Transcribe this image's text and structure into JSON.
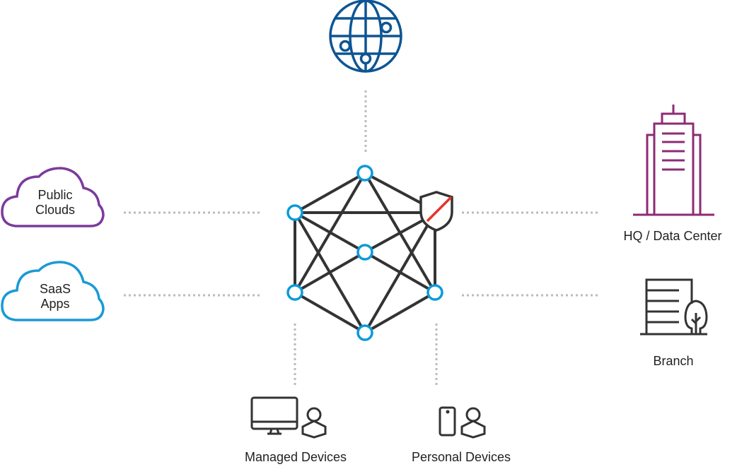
{
  "labels": {
    "public_clouds": [
      "Public",
      "Clouds"
    ],
    "saas_apps": [
      "SaaS",
      "Apps"
    ],
    "hq": "HQ / Data Center",
    "branch": "Branch",
    "managed": "Managed Devices",
    "personal": "Personal Devices"
  },
  "icons": [
    "globe-icon",
    "public-cloud-icon",
    "saas-cloud-icon",
    "hq-building-icon",
    "branch-building-icon",
    "desktop-icon",
    "user-icon",
    "smartphone-icon",
    "shield-icon"
  ],
  "colors": {
    "node": "#0a9ad9",
    "line": "#333333",
    "globe": "#0d5594",
    "public_cloud": "#7b3b9c",
    "saas_cloud": "#1a9ad6",
    "hq": "#8e2b74",
    "shield_slash": "#e8322b",
    "dotted": "#bbbbbb"
  }
}
